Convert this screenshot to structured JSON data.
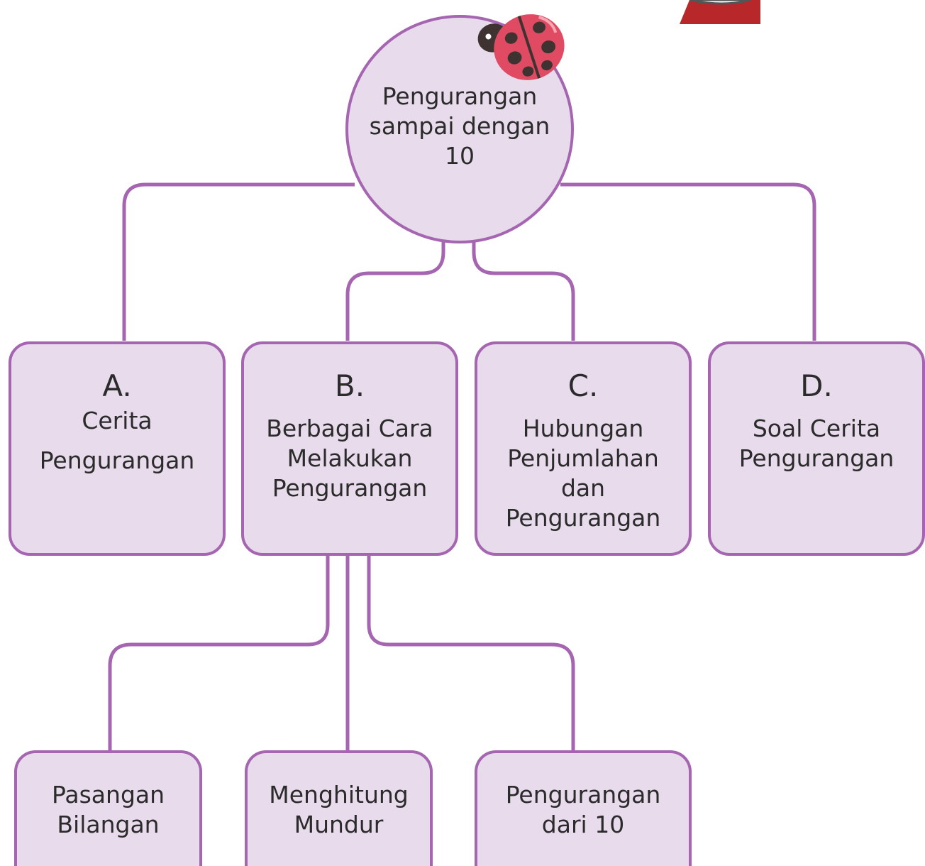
{
  "root": {
    "label": "Pengurangan\nsampai dengan\n10"
  },
  "topics": [
    {
      "letter": "A.",
      "label": "Cerita\nPengurangan"
    },
    {
      "letter": "B.",
      "label": "Berbagai Cara\nMelakukan\nPengurangan"
    },
    {
      "letter": "C.",
      "label": "Hubungan\nPenjumlahan\ndan\nPengurangan"
    },
    {
      "letter": "D.",
      "label": "Soal Cerita\nPengurangan"
    }
  ],
  "subtopics": [
    {
      "label": "Pasangan\nBilangan"
    },
    {
      "label": "Menghitung\nMundur"
    },
    {
      "label": "Pengurangan\ndari 10"
    }
  ],
  "colors": {
    "line": "#a565b1",
    "fill": "#e7dbec",
    "ladybug_shell": "#e04a62",
    "ladybug_spots": "#3e3331",
    "mascot_red": "#b8282a"
  }
}
